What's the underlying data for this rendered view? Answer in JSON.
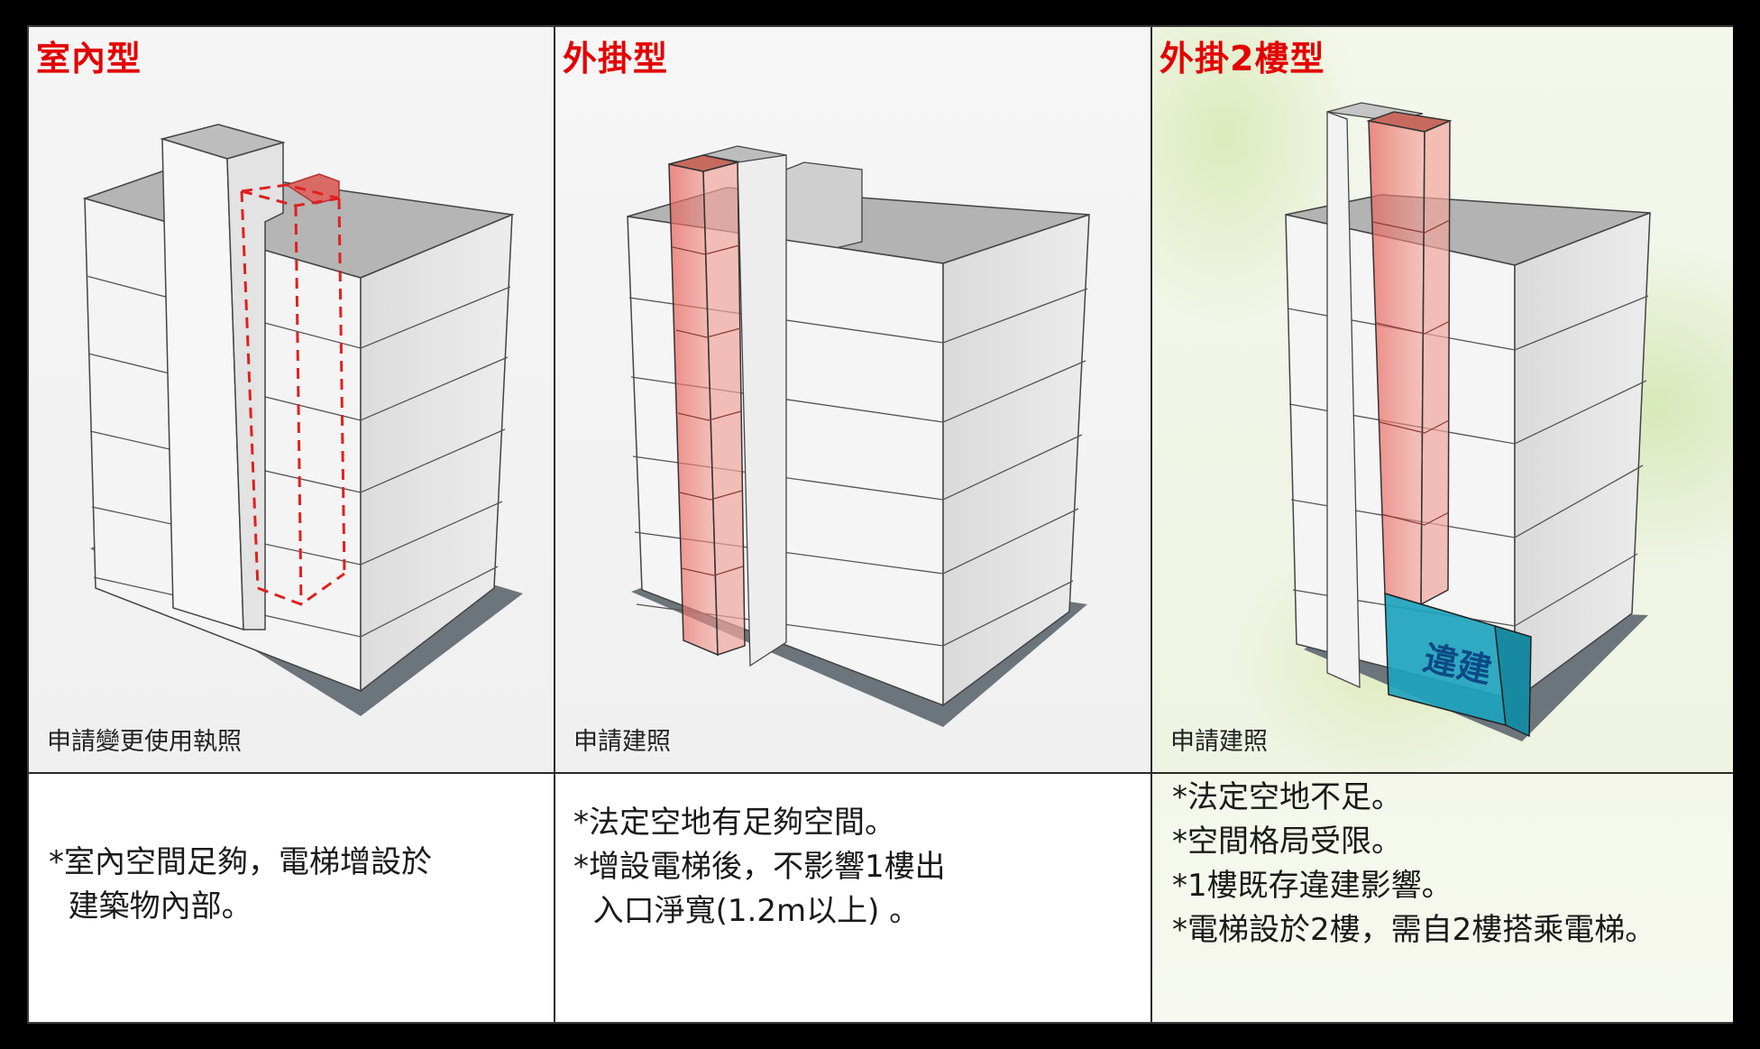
{
  "panels": [
    {
      "title": "室內型",
      "permit": "申請變更使用執照"
    },
    {
      "title": "外掛型",
      "permit": "申請建照"
    },
    {
      "title": "外掛2樓型",
      "permit": "申請建照",
      "annex_label": "違建"
    }
  ],
  "notes": [
    {
      "lines": [
        "*室內空間足夠，電梯增設於",
        "  建築物內部。"
      ]
    },
    {
      "lines": [
        "*法定空地有足夠空間。",
        "*增設電梯後，不影響1樓出",
        "  入口淨寬(1.2m以上) 。"
      ]
    },
    {
      "lines": [
        "*法定空地不足。",
        "*空間格局受限。",
        "*1樓既存違建影響。",
        "*電梯設於2樓，需自2樓搭乘電梯。"
      ]
    }
  ],
  "colors": {
    "title": "#e30000",
    "elevator": "#e4574e",
    "annex": "#1ea3bd",
    "ground": "#6c757c"
  }
}
